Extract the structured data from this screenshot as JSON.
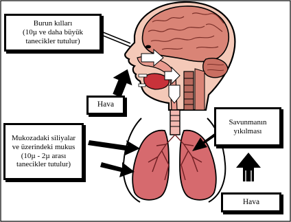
{
  "labels": {
    "nose_hairs": {
      "line1": "Burun kılları",
      "line2": "(10µ ve daha büyük",
      "line3": "tanecikler tutulur)"
    },
    "mucus": {
      "line1": "Mukozadaki siliyalar",
      "line2": "ve üzerindeki mukus",
      "line3": "(10µ - 2µ arası",
      "line4": "tanecikler tutulur)"
    },
    "defense": {
      "line1": "Savunmanın",
      "line2": "yıkılması"
    },
    "air_head": "Hava",
    "air_right": "Hava"
  },
  "colors": {
    "brain": "#d98476",
    "skin": "#f4c9b8",
    "lung": "#d66a6e",
    "outline": "#000000"
  }
}
